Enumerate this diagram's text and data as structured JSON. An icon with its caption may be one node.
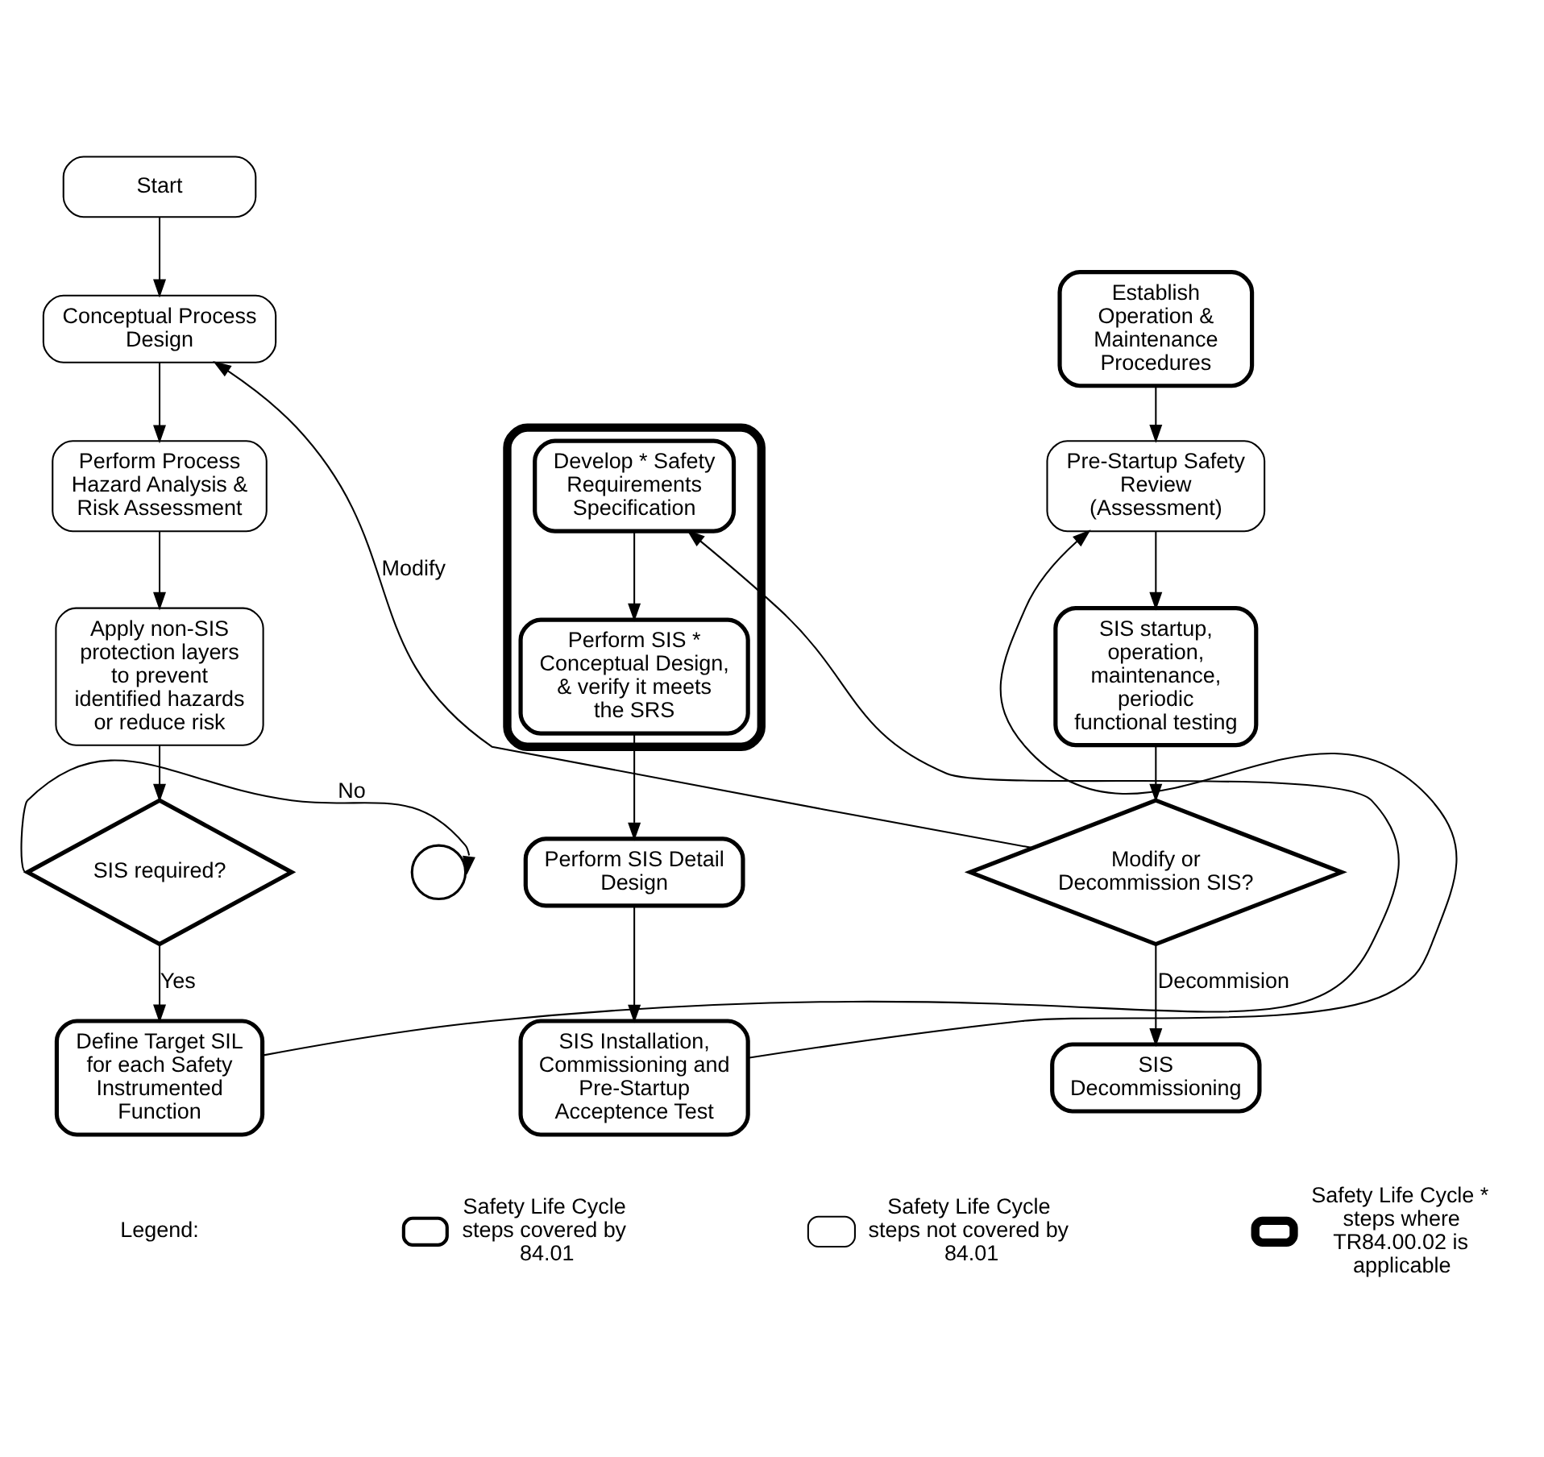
{
  "diagram": {
    "nodes": [
      {
        "text": [
          "Start"
        ]
      },
      {
        "text": [
          "Conceptual Process Design"
        ]
      },
      {
        "text": [
          "Perform Process Hazard Analysis & Risk Assessment"
        ]
      },
      {
        "text": [
          "Apply non-SIS protection layers to prevent identified hazards or reduce risk"
        ]
      },
      {
        "text": [
          "SIS required?"
        ]
      },
      {
        "text": [],
        "shape": "circle"
      },
      {
        "text": [
          "Define Target SIL for each Safety Instrumented Function"
        ]
      },
      {
        "text": [],
        "shape": "box"
      },
      {
        "text": [
          "Develop * Safety Requirements Specification"
        ],
        "in": 7
      },
      {
        "text": [
          "Perform SIS * Conceptual Design, & verify it meets the SRS"
        ],
        "in": 7
      },
      {
        "text": [
          "Perform SIS Detail Design"
        ]
      },
      {
        "text": [
          "SIS Installation, Commissioning and Pre-Startup Acceptence Test"
        ]
      },
      {
        "text": [
          "Establish Operation & Maintenance Procedures"
        ]
      },
      {
        "text": [
          "Pre-Startup Safety Review (Assessment)"
        ]
      },
      {
        "text": [
          "SIS startup, operation, maintenance, periodic functional testing"
        ]
      },
      {
        "text": [
          "Modify or Decommission SIS?"
        ]
      },
      {
        "text": [
          "SIS Decommissioning"
        ]
      }
    ],
    "edges": [
      {
        "from": 0,
        "to": 1,
        "arrow": "to"
      },
      {
        "from": 1,
        "to": 2,
        "arrow": "to"
      },
      {
        "from": 2,
        "to": 3,
        "arrow": "to"
      },
      {
        "from": 3,
        "to": 4,
        "arrow": "to"
      },
      {
        "from": 4,
        "to": 5,
        "arrow": "to",
        "label": "No"
      },
      {
        "from": 4,
        "to": 6,
        "arrow": "to",
        "label": "Yes"
      },
      {
        "from": 6,
        "to": 8,
        "arrow": "to"
      },
      {
        "from": 8,
        "to": 9,
        "arrow": "to"
      },
      {
        "from": 9,
        "to": 10,
        "arrow": "to"
      },
      {
        "from": 10,
        "to": 11,
        "arrow": "to"
      },
      {
        "from": 11,
        "to": 13,
        "arrow": "to"
      },
      {
        "from": 12,
        "to": 13,
        "arrow": "to"
      },
      {
        "from": 13,
        "to": 14,
        "arrow": "to"
      },
      {
        "from": 14,
        "to": 15,
        "arrow": "to"
      },
      {
        "from": 15,
        "to": 16,
        "arrow": "to",
        "label": "Decommision"
      },
      {
        "from": 15,
        "to": 1,
        "arrow": "to",
        "label": "Modify"
      }
    ],
    "labels": [
      "Legend:"
    ],
    "legend": [
      {
        "text": "Safety Life Cycle steps covered by 84.01"
      },
      {
        "text": "Safety Life Cycle steps not covered by 84.01"
      },
      {
        "text": "Safety Life Cycle * steps where TR84.00.02 is applicable"
      }
    ]
  }
}
